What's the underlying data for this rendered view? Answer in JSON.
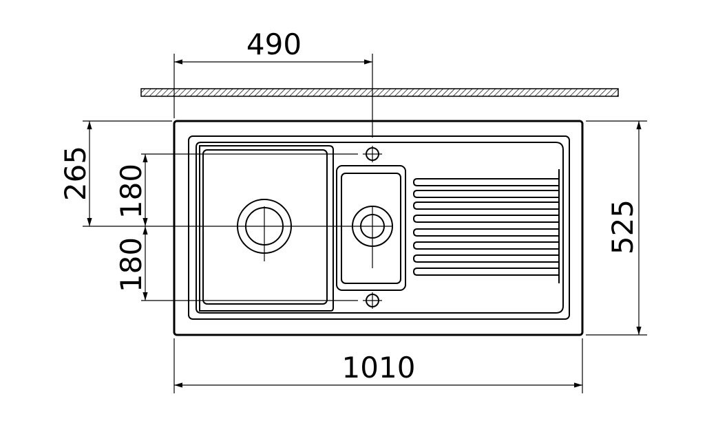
{
  "dimensions": {
    "tap_offset": "490",
    "overall_depth_partial": "265",
    "bowl_half_upper": "180",
    "bowl_half_lower": "180",
    "overall_depth": "525",
    "overall_width": "1010"
  },
  "colors": {
    "line": "#000000",
    "background": "#ffffff"
  }
}
